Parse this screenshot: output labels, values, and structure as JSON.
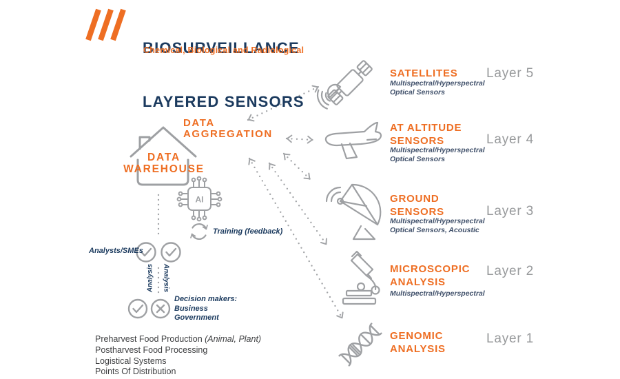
{
  "header": {
    "logo": "three-slashes-logo",
    "title_line1": "BIOSURVEILLANCE",
    "title_line2": "LAYERED SENSORS",
    "subtitle": "Chemical, Biological and Radiological"
  },
  "hub": {
    "aggregation_line1": "DATA",
    "aggregation_line2": "AGGREGATION",
    "warehouse_line1": "DATA",
    "warehouse_line2": "WAREHOUSE",
    "ai_chip_label": "AI"
  },
  "process": {
    "analysts_label": "Analysts/SMEs",
    "training_label": "Training (feedback)",
    "analysis_left": "Analysis",
    "analysis_right": "Analysis",
    "decision_line1": "Decision makers:",
    "decision_line2": "Business",
    "decision_line3": "Government"
  },
  "footer": {
    "items": [
      {
        "text": "Preharvest Food Production ",
        "italic": "(Animal, Plant)"
      },
      {
        "text": "Postharvest Food Processing",
        "italic": ""
      },
      {
        "text": "Logistical Systems",
        "italic": ""
      },
      {
        "text": "Points Of Distribution",
        "italic": ""
      }
    ]
  },
  "layers": [
    {
      "layer_label": "Layer 5",
      "title1": "SATELLITES",
      "title2": "",
      "sub1": "Multispectral/Hyperspectral",
      "sub2": "Optical Sensors",
      "icon": "satellite-icon"
    },
    {
      "layer_label": "Layer 4",
      "title1": "AT ALTITUDE",
      "title2": "SENSORS",
      "sub1": "Multispectral/Hyperspectral",
      "sub2": "Optical Sensors",
      "icon": "airplane-icon"
    },
    {
      "layer_label": "Layer 3",
      "title1": "GROUND",
      "title2": "SENSORS",
      "sub1": "Multispectral/Hyperspectral",
      "sub2": "Optical Sensors, Acoustic",
      "icon": "satellite-dish-icon"
    },
    {
      "layer_label": "Layer 2",
      "title1": "MICROSCOPIC",
      "title2": "ANALYSIS",
      "sub1": "Multispectral/Hyperspectral",
      "sub2": "",
      "icon": "microscope-icon"
    },
    {
      "layer_label": "Layer 1",
      "title1": "GENOMIC",
      "title2": "ANALYSIS",
      "sub1": "",
      "sub2": "",
      "icon": "dna-icon"
    }
  ],
  "colors": {
    "orange": "#EE6E23",
    "navy": "#1B3A5E",
    "icon_gray": "#9EA0A3",
    "layer_gray": "#97999B",
    "body_text": "#3F4042"
  }
}
